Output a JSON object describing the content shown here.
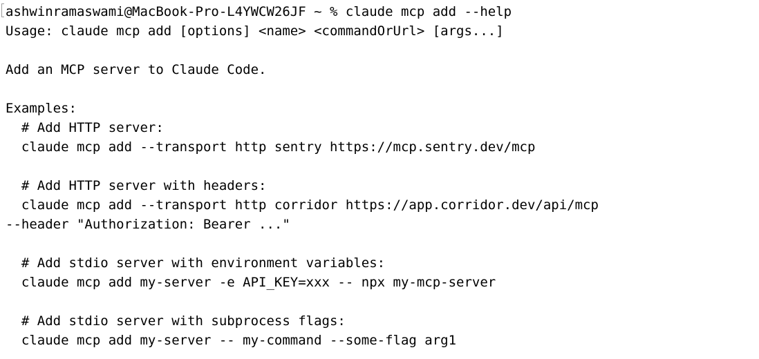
{
  "terminal": {
    "lines": [
      "ashwinramaswami@MacBook-Pro-L4YWCW26JF ~ % claude mcp add --help",
      "Usage: claude mcp add [options] <name> <commandOrUrl> [args...]",
      "",
      "Add an MCP server to Claude Code.",
      "",
      "Examples:",
      "  # Add HTTP server:",
      "  claude mcp add --transport http sentry https://mcp.sentry.dev/mcp",
      "",
      "  # Add HTTP server with headers:",
      "  claude mcp add --transport http corridor https://app.corridor.dev/api/mcp",
      "--header \"Authorization: Bearer ...\"",
      "",
      "  # Add stdio server with environment variables:",
      "  claude mcp add my-server -e API_KEY=xxx -- npx my-mcp-server",
      "",
      "  # Add stdio server with subprocess flags:",
      "  claude mcp add my-server -- my-command --some-flag arg1"
    ]
  }
}
